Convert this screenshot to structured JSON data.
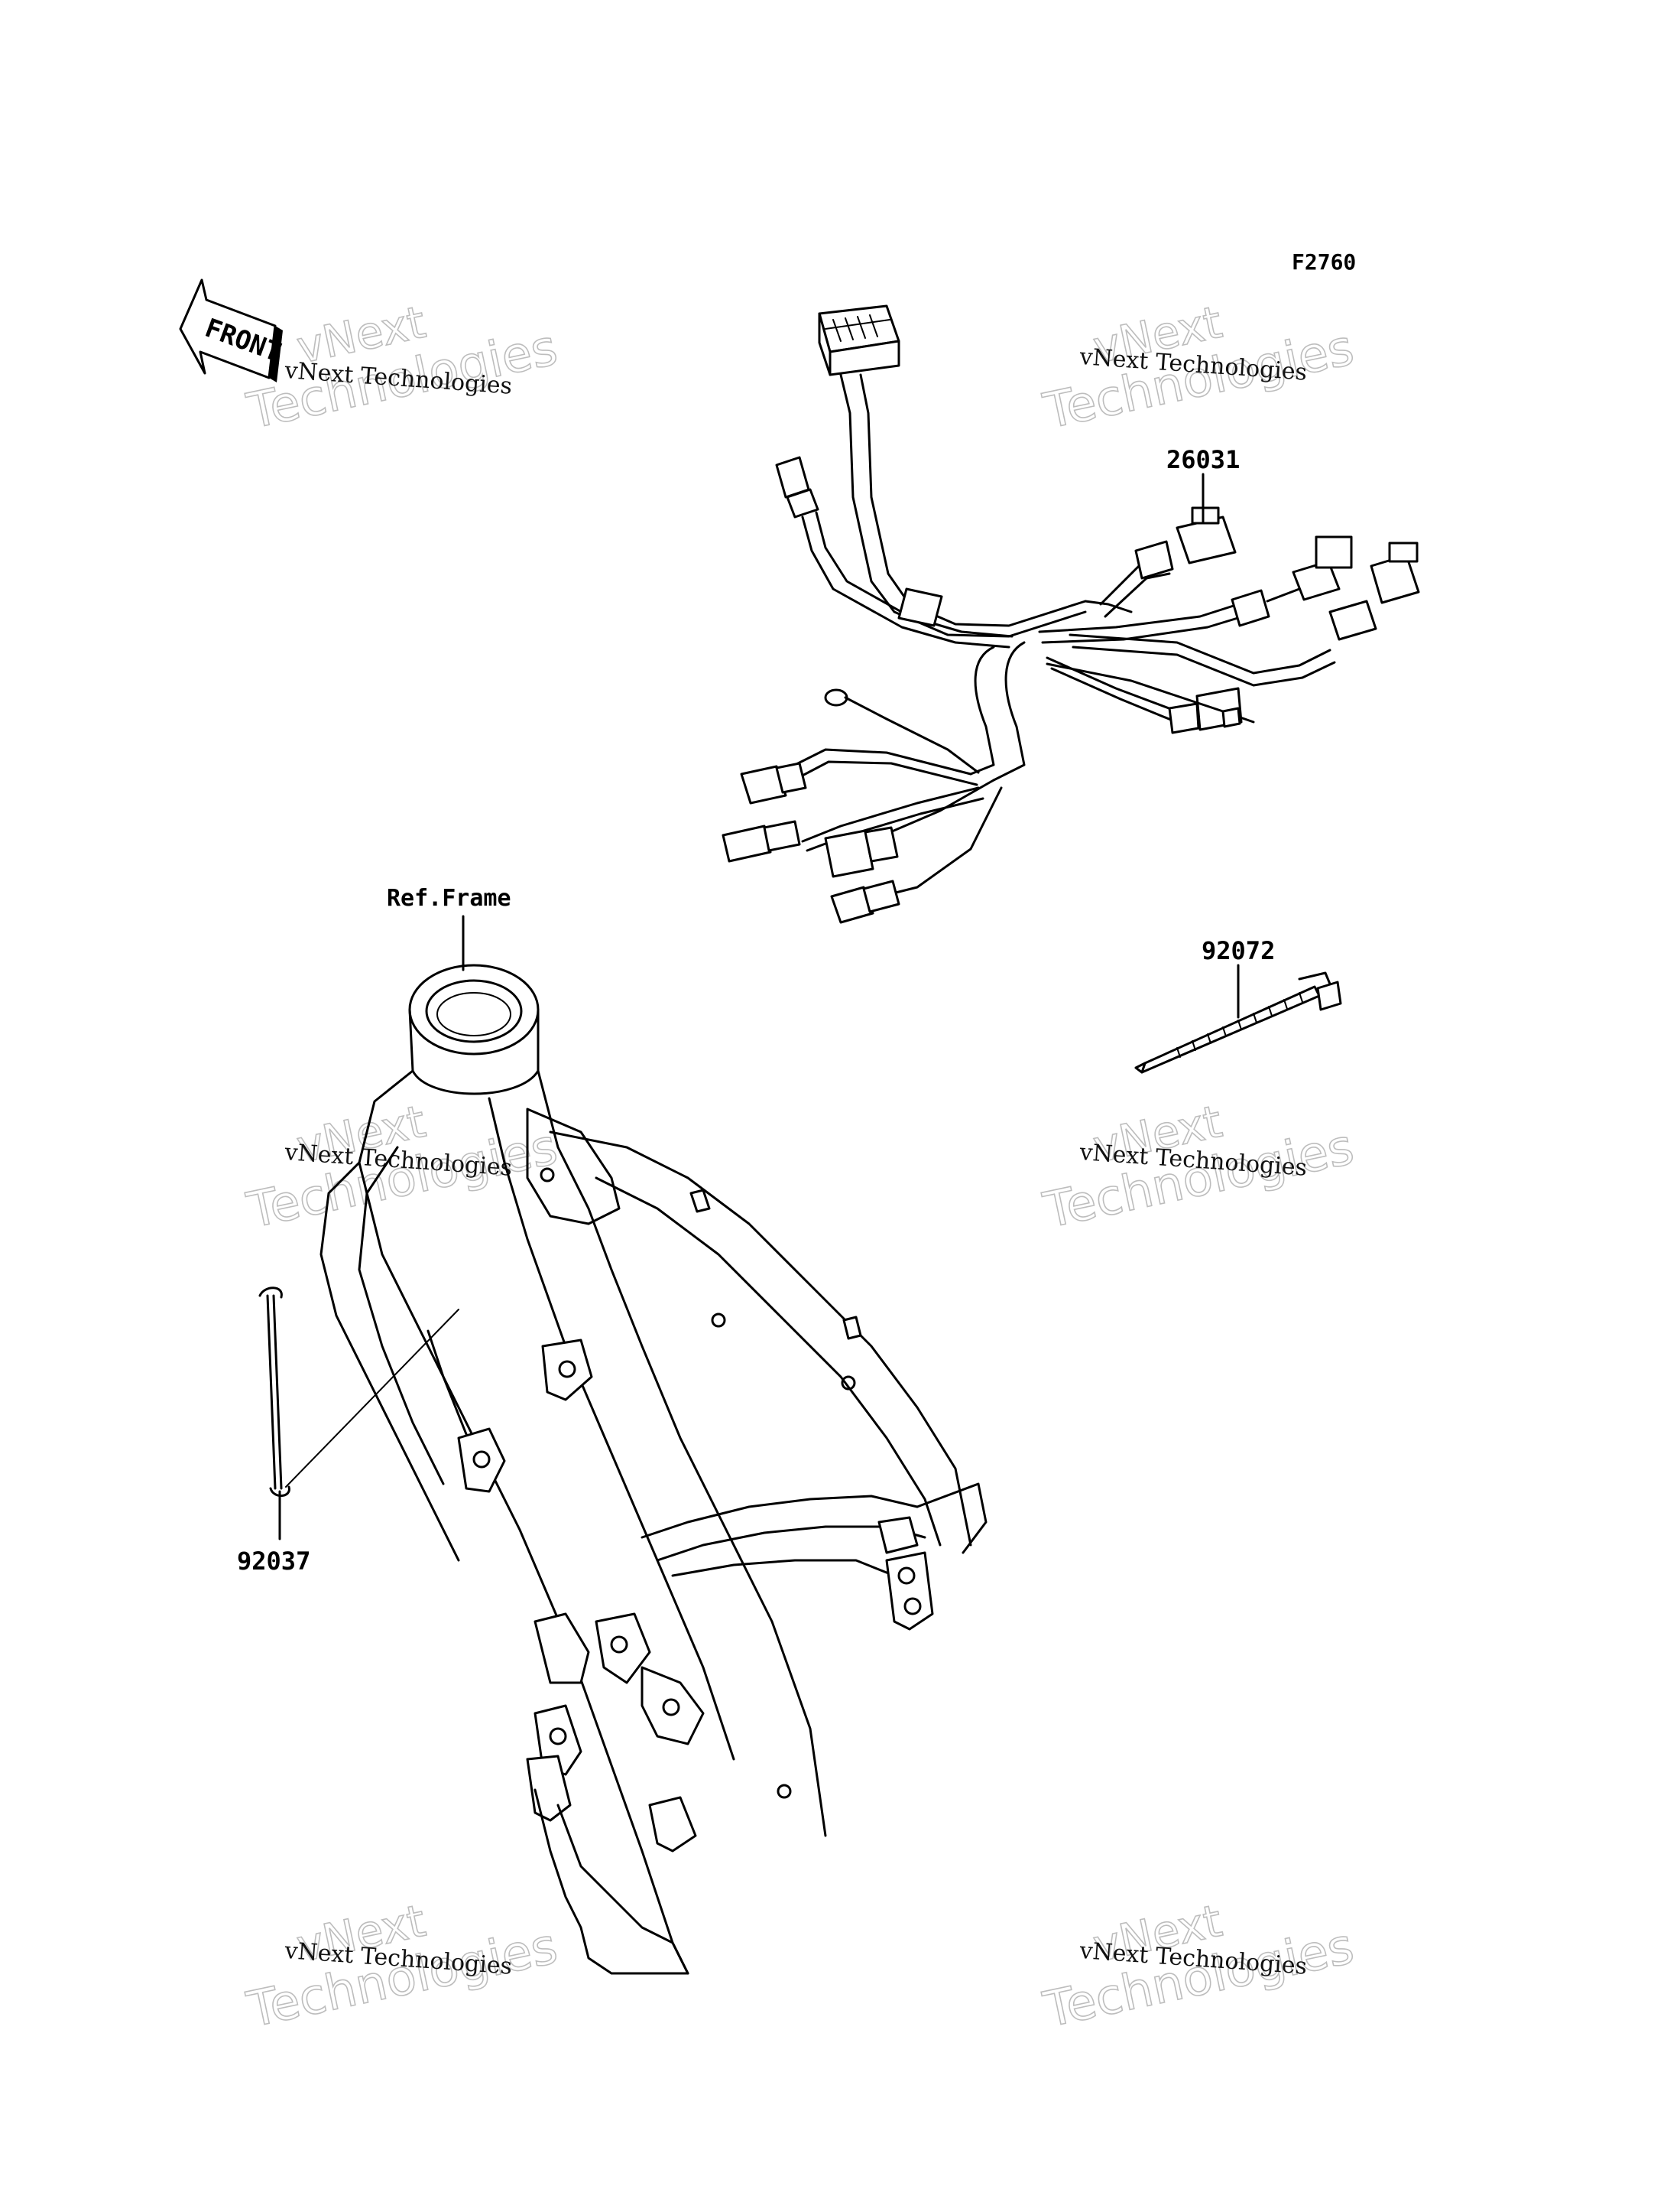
{
  "diagram_code": "F2760",
  "front_arrow_label": "FRONT",
  "parts": {
    "harness": {
      "number": "26031"
    },
    "band": {
      "number": "92072"
    },
    "clamp": {
      "number": "92037"
    },
    "frame": {
      "label": "Ref.Frame"
    }
  },
  "watermark": {
    "line1": "vNext",
    "line2": "Technologies",
    "small": "vNext Technologies"
  }
}
